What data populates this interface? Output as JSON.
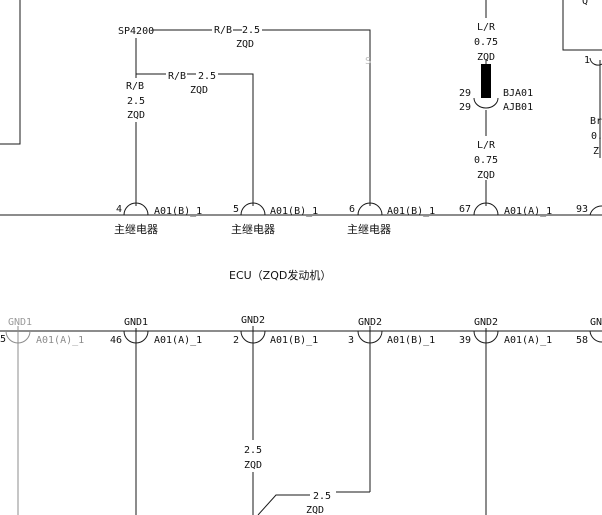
{
  "top_splice": {
    "label": "SP4200",
    "wire_a": {
      "color": "R/B",
      "gauge": "2.5",
      "code": "ZQD"
    },
    "wire_b": {
      "color": "R/B",
      "gauge": "2.5",
      "code": "ZQD"
    },
    "wire_c": {
      "color": "R/B",
      "gauge": "2.5",
      "code": "ZQD"
    }
  },
  "faint_mark": "S",
  "right_wire": {
    "color": "L/R",
    "gauge": "0.75",
    "code": "ZQD",
    "pin_top": "29",
    "pin_bottom": "29",
    "conn_top": "BJA01",
    "conn_bottom": "AJB01",
    "color2": "L/R",
    "gauge2": "0.75",
    "code2": "ZQD"
  },
  "edge_partial": {
    "box_pin": "1",
    "text_q": "Q",
    "text_br": "Br",
    "text_0": "0.",
    "text_z": "Z"
  },
  "top_pins": [
    {
      "pin": "4",
      "conn": "A01(B)_1",
      "name": "主继电器"
    },
    {
      "pin": "5",
      "conn": "A01(B)_1",
      "name": "主继电器"
    },
    {
      "pin": "6",
      "conn": "A01(B)_1",
      "name": "主继电器"
    },
    {
      "pin": "67",
      "conn": "A01(A)_1",
      "name": ""
    },
    {
      "pin": "93",
      "conn": "",
      "name": ""
    }
  ],
  "ecu_label": "ECU（ZQD发动机）",
  "bottom_pins": [
    {
      "pin": "5",
      "conn": "A01(A)_1",
      "gnd": "GND1",
      "faint": true
    },
    {
      "pin": "46",
      "conn": "A01(A)_1",
      "gnd": "GND1",
      "faint": false
    },
    {
      "pin": "2",
      "conn": "A01(B)_1",
      "gnd": "GND2",
      "faint": false
    },
    {
      "pin": "3",
      "conn": "A01(B)_1",
      "gnd": "GND2",
      "faint": false
    },
    {
      "pin": "39",
      "conn": "A01(A)_1",
      "gnd": "GND2",
      "faint": false
    },
    {
      "pin": "58",
      "conn": "",
      "gnd": "GN",
      "faint": false
    }
  ],
  "bottom_wire_a": {
    "gauge": "2.5",
    "code": "ZQD"
  },
  "bottom_wire_b": {
    "gauge": "2.5",
    "code": "ZQD"
  }
}
